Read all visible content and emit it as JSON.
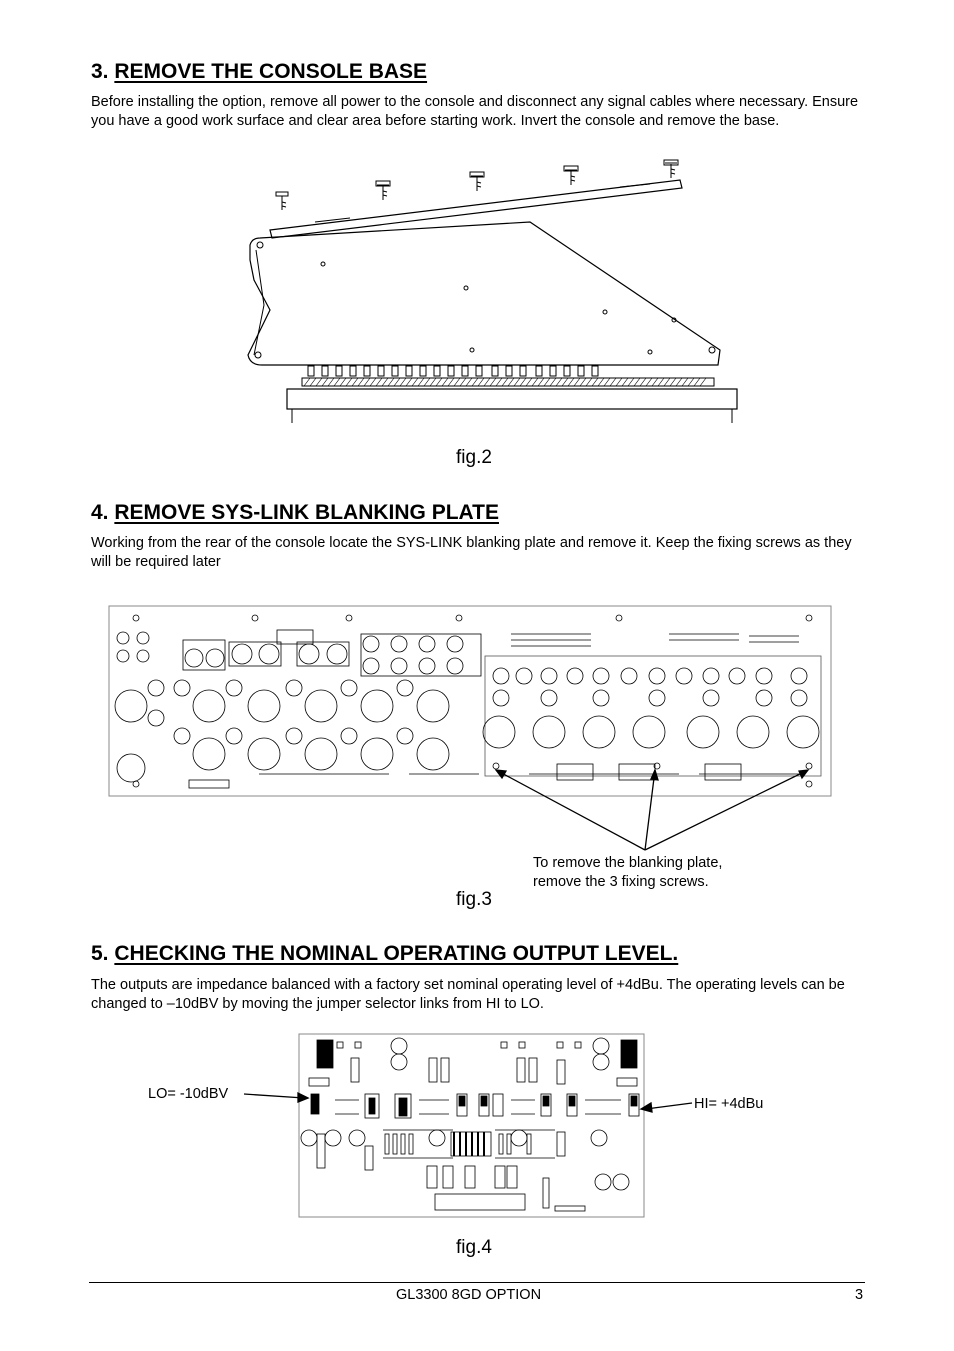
{
  "sections": [
    {
      "number": "3.",
      "title": "REMOVE THE CONSOLE BASE",
      "body": "Before installing the option, remove all power to the console and disconnect any signal cables where necessary. Ensure you have a good work surface and clear area before starting work. Invert the console and remove the base.",
      "figure_caption": "fig.2"
    },
    {
      "number": "4.",
      "title": "REMOVE SYS-LINK BLANKING PLATE",
      "body": "Working from the rear of the console locate the SYS-LINK blanking plate and remove it. Keep the fixing screws as they will be required later",
      "figure_caption": "fig.3",
      "callout": [
        "To remove the blanking plate,",
        "remove the 3 fixing screws."
      ]
    },
    {
      "number": "5.",
      "title": "CHECKING THE NOMINAL OPERATING OUTPUT LEVEL.",
      "body": "The outputs are impedance balanced with a factory set nominal operating level of +4dBu. The operating levels can be changed to –10dBV by moving the jumper selector links from HI to LO.",
      "figure_caption": "fig.4",
      "label_lo": "LO= -10dBV",
      "label_hi": "HI= +4dBu"
    }
  ],
  "footer": {
    "title": "GL3300 8GD OPTION",
    "page": "3"
  }
}
